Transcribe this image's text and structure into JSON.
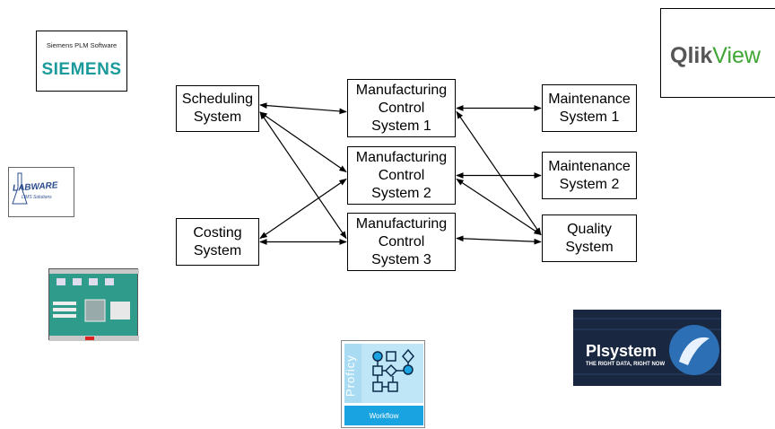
{
  "nodes": {
    "scheduling": "Scheduling\nSystem",
    "costing": "Costing\nSystem",
    "mcs1": "Manufacturing\nControl\nSystem 1",
    "mcs2": "Manufacturing\nControl\nSystem 2",
    "mcs3": "Manufacturing\nControl\nSystem 3",
    "maint1": "Maintenance\nSystem 1",
    "maint2": "Maintenance\nSystem 2",
    "quality": "Quality\nSystem"
  },
  "logos": {
    "siemens_caption": "Siemens PLM Software",
    "siemens_brand": "SIEMENS",
    "qlik_a": "Qlik",
    "qlik_b": "View",
    "labware": "LABWARE",
    "labware_sub": "LIMS Solutions",
    "pi_brand": "PIsystem",
    "pi_tag": "THE RIGHT DATA, RIGHT NOW",
    "proficy_vertical": "Proficy",
    "proficy_bar": "Workflow"
  },
  "edges": [
    {
      "from": "scheduling",
      "to": "mcs1"
    },
    {
      "from": "scheduling",
      "to": "mcs2"
    },
    {
      "from": "scheduling",
      "to": "mcs3"
    },
    {
      "from": "costing",
      "to": "mcs2"
    },
    {
      "from": "costing",
      "to": "mcs3"
    },
    {
      "from": "mcs1",
      "to": "maint1"
    },
    {
      "from": "mcs1",
      "to": "quality"
    },
    {
      "from": "mcs2",
      "to": "maint2"
    },
    {
      "from": "mcs2",
      "to": "quality"
    },
    {
      "from": "mcs3",
      "to": "quality"
    }
  ]
}
